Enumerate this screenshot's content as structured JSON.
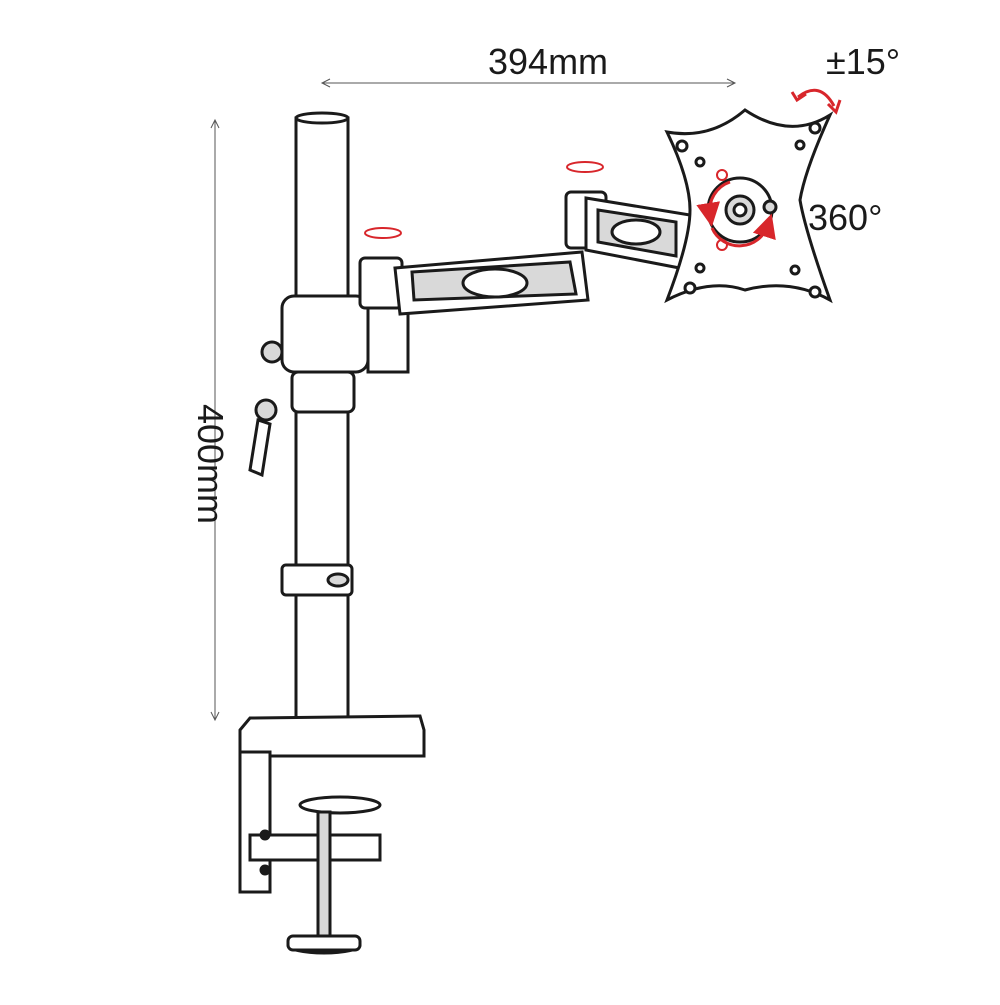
{
  "dimensions": {
    "width_label": "394mm",
    "height_label": "400mm"
  },
  "motion": {
    "tilt_label": "±15°",
    "rotation_label": "360°"
  },
  "colors": {
    "line": "#1a1a1a",
    "accent": "#d8262b",
    "fill_light": "#ffffff",
    "fill_grey": "#d9d9d9"
  }
}
